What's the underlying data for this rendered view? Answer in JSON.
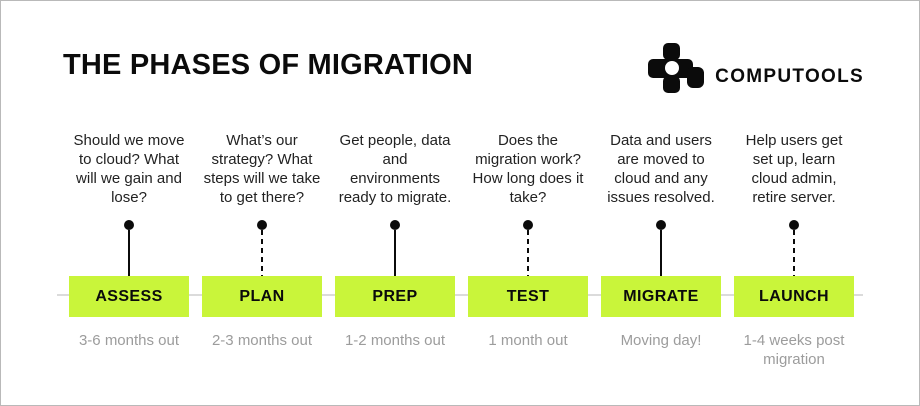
{
  "header": {
    "title": "THE PHASES OF MIGRATION",
    "brand": "COMPUTOOLS",
    "logo_icon": "computools-pixel-mark-icon"
  },
  "colors": {
    "accent_green": "#c9f53a",
    "ink": "#0b0b0b",
    "timeline_gray": "#dbdbdb",
    "timing_text_gray": "#9c9c9c",
    "border_gray": "#b9b9b9"
  },
  "phases": [
    {
      "label": "ASSESS",
      "description": "Should we move\nto cloud? What\nwill we gain and\nlose?",
      "timing": "3-6 months out",
      "connector": "solid"
    },
    {
      "label": "PLAN",
      "description": "What’s our\nstrategy? What\nsteps will we take\nto get there?",
      "timing": "2-3 months out",
      "connector": "dashed"
    },
    {
      "label": "PREP",
      "description": "Get people, data\nand\nenvironments\nready to migrate.",
      "timing": "1-2 months out",
      "connector": "solid"
    },
    {
      "label": "TEST",
      "description": "Does the\nmigration work?\nHow long does it\ntake?",
      "timing": "1 month out",
      "connector": "dashed"
    },
    {
      "label": "MIGRATE",
      "description": "Data and users\nare moved to\ncloud and any\nissues resolved.",
      "timing": "Moving day!",
      "connector": "solid"
    },
    {
      "label": "LAUNCH",
      "description": "Help users get\nset up, learn\ncloud admin,\nretire server.",
      "timing": "1-4 weeks post migration",
      "connector": "dashed"
    }
  ]
}
